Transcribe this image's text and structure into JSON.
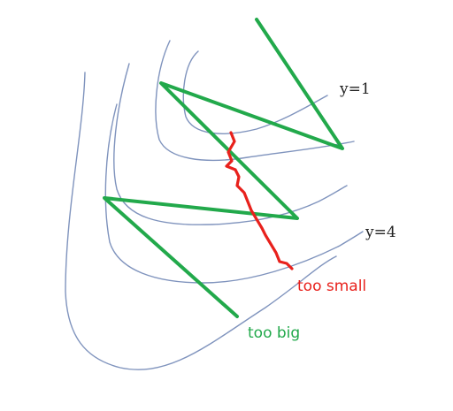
{
  "labels": {
    "contour_top": "y=1",
    "contour_bottom": "y=4",
    "too_small": "too small",
    "too_big": "too big"
  },
  "colors": {
    "contour": "#7f93bd",
    "zigzag": "#22a94b",
    "path": "#e8211c",
    "too_small": "#e8211c",
    "too_big": "#22a94b",
    "contour_label": "#222222"
  }
}
